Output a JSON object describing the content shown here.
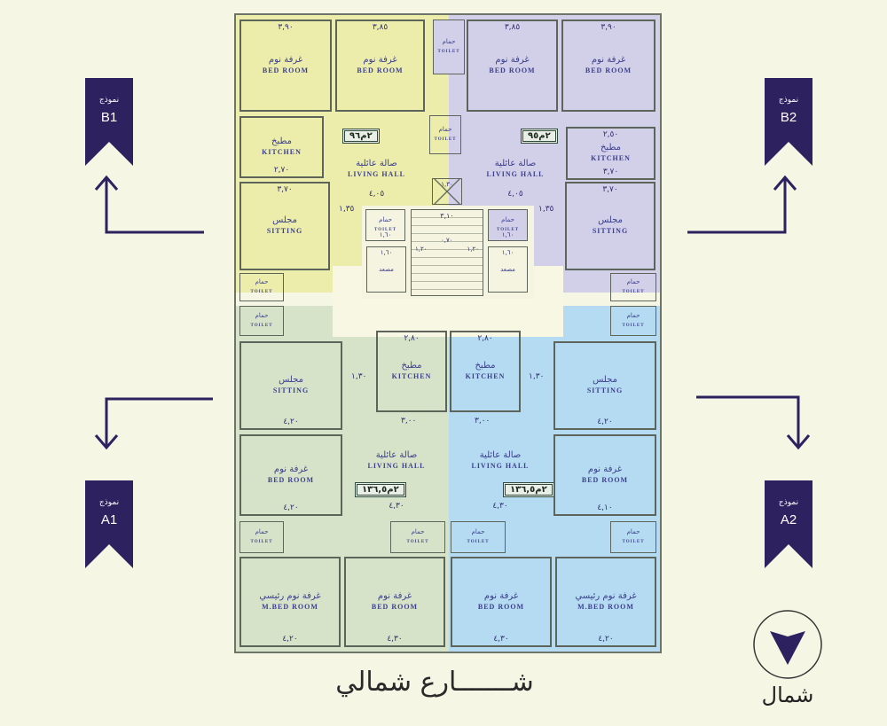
{
  "units": {
    "b1": {
      "label": "نموذج",
      "code": "B1",
      "area": "٢م٩٦",
      "color": "#ecedab"
    },
    "b2": {
      "label": "نموذج",
      "code": "B2",
      "area": "٢م٩٥",
      "color": "#d2cfe9"
    },
    "a1": {
      "label": "نموذج",
      "code": "A1",
      "area": "٢م١٣٦,٥",
      "color": "#d7e3c8"
    },
    "a2": {
      "label": "نموذج",
      "code": "A2",
      "area": "٢م١٣٦,٥",
      "color": "#b4dbf1"
    }
  },
  "rooms": {
    "bedroom_ar": "غرفة نوم",
    "bedroom_en": "BED ROOM",
    "mbedroom_ar": "غرفة نوم رئيسي",
    "mbedroom_en": "M.BED ROOM",
    "kitchen_ar": "مطبخ",
    "kitchen_en": "KITCHEN",
    "living_ar": "صالة عائلية",
    "living_en": "LIVING HALL",
    "sitting_ar": "مجلس",
    "sitting_en": "SITTING",
    "toilet_ar": "حمام",
    "toilet_en": "TOILET",
    "elevator_ar": "مصعد"
  },
  "dims": {
    "b1_bed1": "٣,٩٠",
    "b1_bed2": "٣,٨٥",
    "b1_kitchen": "٢,٧٠",
    "b1_sitting": "٣,٧٠",
    "b1_living": "٤,٠٥",
    "b1_corr": "١,٣٥",
    "b2_bed1": "٣,٨٥",
    "b2_bed2": "٣,٩٠",
    "b2_kitchen_w": "٢,٥٠",
    "b2_kitchen": "٣,٧٠",
    "b2_sitting": "٣,٧٠",
    "b2_living": "٤,٠٥",
    "b2_corr": "١,٣٥",
    "stair_top": "٣,١٠",
    "stair_l": "١,٢٠",
    "stair_r": "١,٢٠",
    "stair_mid": "٠,٧٠",
    "shaft": "١,٣٠",
    "elev_l": "١,٦٠",
    "elev_r": "١,٦٠",
    "toil_l": "١,٦٠",
    "toil_r": "١,٦٠",
    "a_kitchen": "٢,٨٠",
    "a_kitchen_b": "٣,٠٠",
    "a_corr": "١,٣٠",
    "a1_sitting": "٤,٢٠",
    "a1_bed": "٤,٢٠",
    "a1_living": "٤,٣٠",
    "a1_mbed": "٤,٢٠",
    "a1_bed2": "٤,٣٠",
    "a2_sitting": "٤,٢٠",
    "a2_bed": "٤,١٠",
    "a2_living": "٤,٣٠",
    "a2_mbed": "٤,٢٠",
    "a2_bed2": "٤,٣٠"
  },
  "street": "شـــــــارع شمالي",
  "compass": {
    "label": "شمال",
    "icon": "north-arrow-icon"
  },
  "accent": "#2e2160"
}
